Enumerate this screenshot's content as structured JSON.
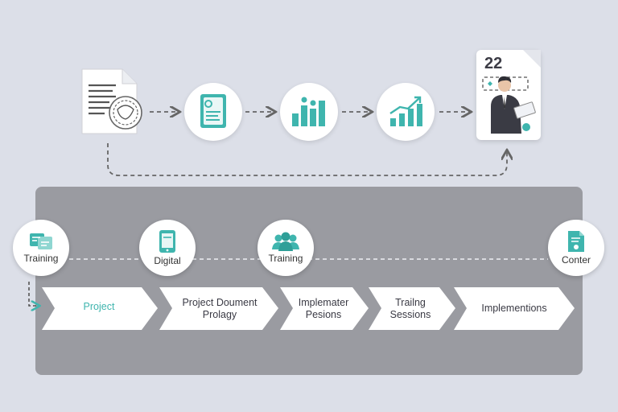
{
  "top": {
    "card_number": "22"
  },
  "nodes": [
    {
      "label": "Training",
      "icon": "training-board-icon"
    },
    {
      "label": "Digital",
      "icon": "tablet-icon"
    },
    {
      "label": "Training",
      "icon": "people-group-icon"
    },
    {
      "label": "Conter",
      "icon": "document-user-icon"
    }
  ],
  "steps": [
    {
      "line1": "Project",
      "line2": ""
    },
    {
      "line1": "Project Doument",
      "line2": "Prolagy"
    },
    {
      "line1": "Implemater",
      "line2": "Pesions"
    },
    {
      "line1": "Trailng",
      "line2": "Sessions"
    },
    {
      "line1": "Implementions",
      "line2": ""
    }
  ],
  "colors": {
    "accent": "#3fb5ae",
    "panel": "#9a9ba1",
    "background": "#dcdfe8",
    "first_step_text": "#3fb5ae"
  }
}
